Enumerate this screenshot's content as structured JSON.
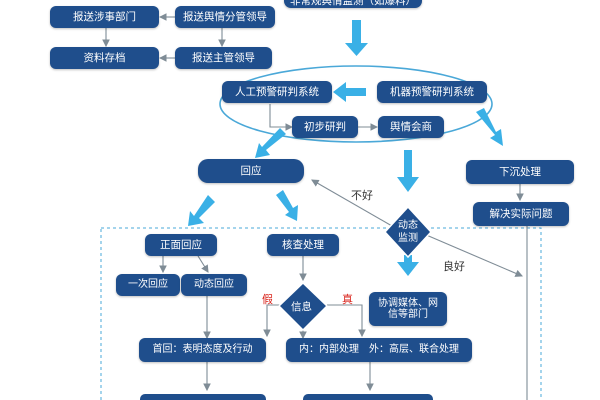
{
  "nodes": {
    "top_monitor": "非常规舆情监测（如爆料）",
    "report_dept": "报送涉事部门",
    "report_branch_leader": "报送舆情分管领导",
    "archive": "资料存档",
    "report_main_leader": "报送主管领导",
    "manual_warning": "人工预警研判系统",
    "machine_warning": "机器预警研判系统",
    "initial_judgment": "初步研判",
    "consultation": "舆情会商",
    "respond": "回应",
    "sink_handle": "下沉处理",
    "solve_problem": "解决实际问题",
    "dynamic_monitor": "动态监测",
    "positive_response": "正面回应",
    "verify_handle": "核查处理",
    "one_time_response": "一次回应",
    "dynamic_response": "动态回应",
    "info": "信息",
    "coordinate_media": "协调媒体、网信等部门",
    "first_response": "首回：表明态度及行动",
    "internal_external": "内：内部处理　外：高层、联合处理"
  },
  "labels": {
    "bad": "不好",
    "good": "良好",
    "false": "假",
    "true": "真"
  },
  "colors": {
    "node_fill": "#1f4e8c",
    "arrow_light": "#3ab0e6",
    "label_red": "#d9231b",
    "dashed_border": "#4aa8d8",
    "ellipse_stroke": "#4aa8d8"
  }
}
